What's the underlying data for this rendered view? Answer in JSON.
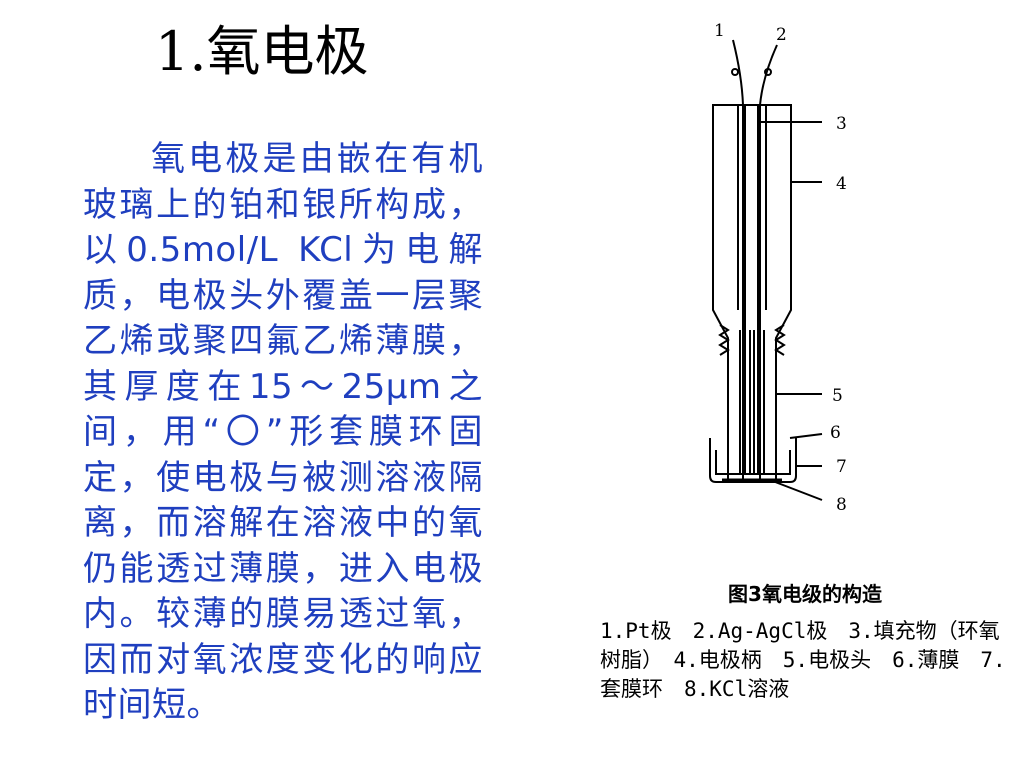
{
  "title": "1.氧电极",
  "body_text": "氧电极是由嵌在有机玻璃上的铂和银所构成，以0.5mol/L KCl为电解质，电极头外覆盖一层聚乙烯或聚四氟乙烯薄膜，其厚度在15～25μm之间，用“〇”形套膜环固定，使电极与被测溶液隔离，而溶解在溶液中的氧仍能透过薄膜，进入电极内。较薄的膜易透过氧，因而对氧浓度变化的响应时间短。",
  "figure": {
    "caption": "图3氧电级的构造",
    "legend": "1.Pt极　2.Ag-AgCl极　3.填充物（环氧树脂）　4.电极柄　5.电极头　6.薄膜　7.套膜环　8.KCl溶液",
    "labels": [
      "1",
      "2",
      "3",
      "4",
      "5",
      "6",
      "7",
      "8"
    ]
  }
}
